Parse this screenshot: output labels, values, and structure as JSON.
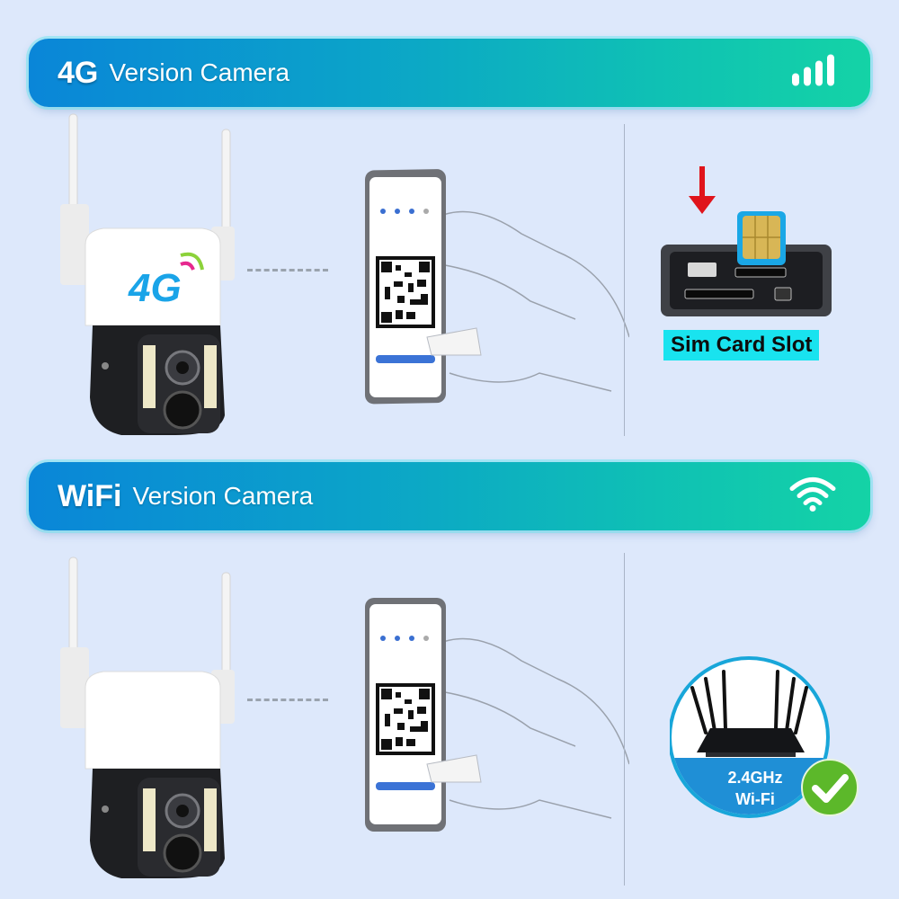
{
  "sections": [
    {
      "banner": {
        "title_strong": "4G",
        "title_rest": "Version Camera",
        "icon": "signal-bars-icon"
      },
      "camera": {
        "badge": "4G"
      },
      "right_panel": {
        "type": "sim",
        "label": "Sim Card Slot"
      }
    },
    {
      "banner": {
        "title_strong": "WiFi",
        "title_rest": "Version Camera",
        "icon": "wifi-icon"
      },
      "camera": {
        "badge": ""
      },
      "right_panel": {
        "type": "router",
        "line1": "2.4GHz",
        "line2": "Wi-Fi"
      }
    }
  ],
  "colors": {
    "background": "#dde8fb",
    "banner_start": "#0a86d8",
    "banner_end": "#14d3a6",
    "sim_label_bg": "#19e3ef",
    "arrow_red": "#e0141b",
    "check_green": "#5cb82a"
  }
}
